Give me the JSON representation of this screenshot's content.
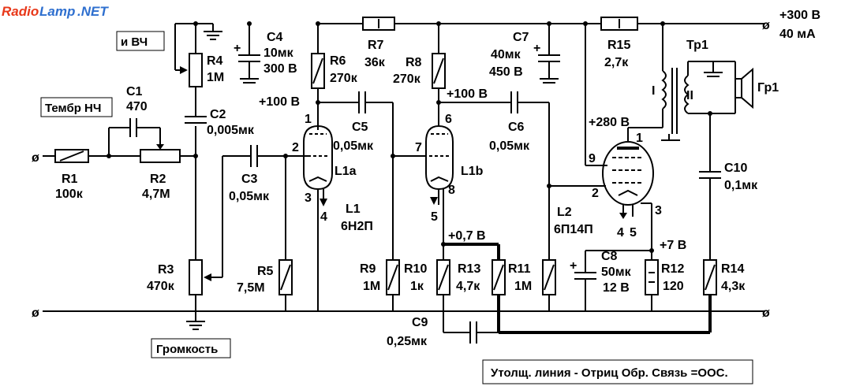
{
  "logo": {
    "part1": "Radio",
    "part2": "Lamp",
    "part3": ".NET",
    "color1": "#e8381a",
    "color2": "#2e6fcf"
  },
  "supply": {
    "voltage": "+300 В",
    "current": "40 мА"
  },
  "labels": {
    "tone_bass": "Тембр НЧ",
    "tone_hf": "и   ВЧ",
    "volume": "Громкость",
    "note": "Утолщ. линия - Отриц Обр. Связь =ООС."
  },
  "components": {
    "R1": {
      "name": "R1",
      "value": "100к"
    },
    "R2": {
      "name": "R2",
      "value": "4,7М"
    },
    "C1": {
      "name": "C1",
      "value": "470"
    },
    "R3": {
      "name": "R3",
      "value": "470к"
    },
    "R4": {
      "name": "R4",
      "value": "1М"
    },
    "C2": {
      "name": "C2",
      "value": "0,005мк"
    },
    "C3": {
      "name": "C3",
      "value": "0,05мк"
    },
    "C4": {
      "name": "C4",
      "value": "10мк",
      "value2": "300 В"
    },
    "R5": {
      "name": "R5",
      "value": "7,5М"
    },
    "R6": {
      "name": "R6",
      "value": "270к"
    },
    "R7": {
      "name": "R7",
      "value": "36к"
    },
    "R8": {
      "name": "R8",
      "value": "270к"
    },
    "C5": {
      "name": "C5",
      "value": "0,05мк"
    },
    "C6": {
      "name": "C6",
      "value": "0,05мк"
    },
    "C7": {
      "name": "C7",
      "value": "40мк",
      "value2": "450 В"
    },
    "R9": {
      "name": "R9",
      "value": "1М"
    },
    "R10": {
      "name": "R10",
      "value": "1к"
    },
    "R11": {
      "name": "R11",
      "value": "1М"
    },
    "R12": {
      "name": "R12",
      "value": "120"
    },
    "R13": {
      "name": "R13",
      "value": "4,7к"
    },
    "R14": {
      "name": "R14",
      "value": "4,3к"
    },
    "R15": {
      "name": "R15",
      "value": "2,7к"
    },
    "C8": {
      "name": "C8",
      "value": "50мк",
      "value2": "12 В"
    },
    "C9": {
      "name": "C9",
      "value": "0,25мк"
    },
    "C10": {
      "name": "C10",
      "value": "0,1мк"
    },
    "L1": {
      "name": "L1",
      "type": "6Н2П",
      "half_a": "L1а",
      "half_b": "L1b"
    },
    "L2": {
      "name": "L2",
      "type": "6П14П"
    },
    "Tr1": {
      "name": "Тр1",
      "primary": "I",
      "secondary": "II"
    },
    "Gr1": {
      "name": "Гр1"
    }
  },
  "voltages": {
    "v100a": "+100 В",
    "v100b": "+100 В",
    "v280": "+280 В",
    "v07": "+0,7 В",
    "v7": "+7 В"
  },
  "pins": {
    "p1": "1",
    "p2": "2",
    "p3": "3",
    "p4": "4",
    "p5": "5",
    "p6": "6",
    "p7": "7",
    "p8": "8",
    "q1": "1",
    "q2": "2",
    "q3": "3",
    "q4": "4",
    "q5": "5",
    "q9": "9"
  }
}
